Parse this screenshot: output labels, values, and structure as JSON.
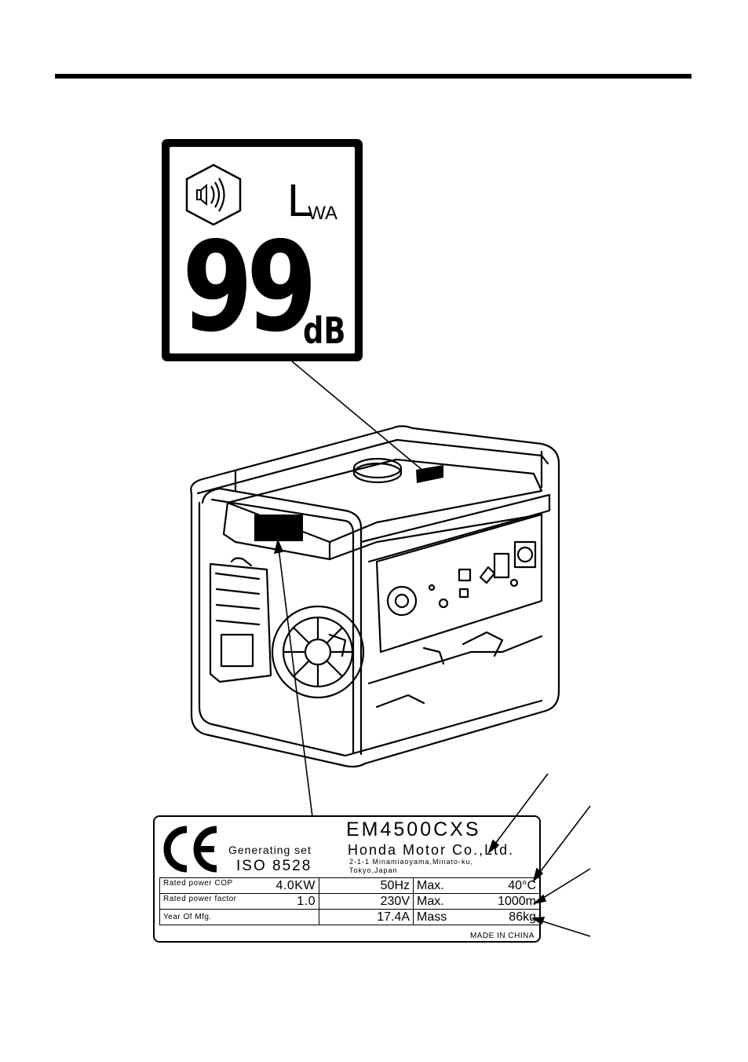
{
  "noise_label": {
    "icon": "speaker-hexagon-icon",
    "lwa_main": "L",
    "lwa_sub": "WA",
    "value": "99",
    "unit": "dB"
  },
  "plate": {
    "ce_mark": "CE",
    "generating_set": "Generating set",
    "standard": "ISO 8528",
    "model": "EM4500CXS",
    "manufacturer": "Honda Motor Co.,Ltd.",
    "address_line1": "2-1-1 Minamiaoyama,Minato-ku,",
    "address_line2": "Tokyo,Japan",
    "made_in": "MADE IN CHINA",
    "rows": [
      {
        "label": "Rated power COP",
        "value": "4.0KW",
        "col2": "50Hz",
        "col3_label": "Max.",
        "col3_value": "40°C"
      },
      {
        "label": "Rated power factor",
        "value": "1.0",
        "col2": "230V",
        "col3_label": "Max.",
        "col3_value": "1000m"
      },
      {
        "label": "Year Of Mfg.",
        "value": "",
        "col2": "17.4A",
        "col3_label": "Mass",
        "col3_value": "86kg"
      }
    ]
  }
}
